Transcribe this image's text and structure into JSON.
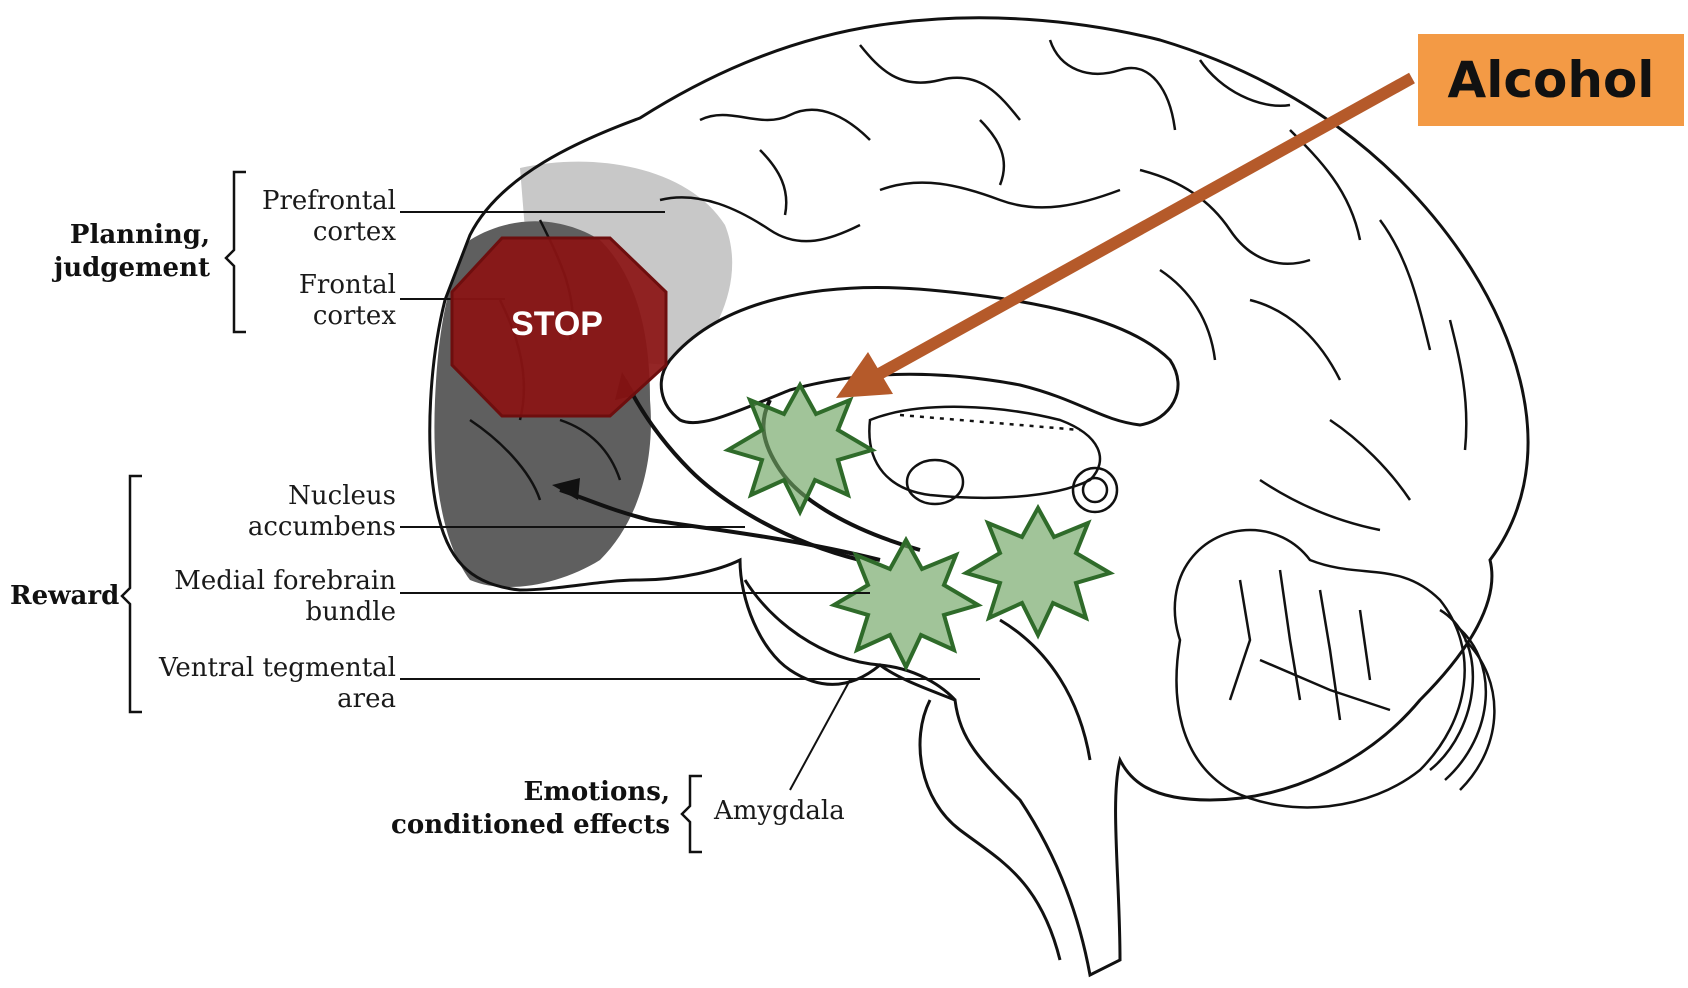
{
  "badge": {
    "label": "Alcohol",
    "color": "#f39a45",
    "arrow_color": "#b55a2a"
  },
  "stop_sign": {
    "label": "STOP",
    "color": "#8b1313"
  },
  "groups": {
    "planning": {
      "line1": "Planning,",
      "line2": "judgement"
    },
    "reward": {
      "label": "Reward"
    },
    "emotions": {
      "line1": "Emotions,",
      "line2": "conditioned effects"
    }
  },
  "labels": {
    "prefrontal": {
      "line1": "Prefrontal",
      "line2": "cortex"
    },
    "frontal": {
      "line1": "Frontal",
      "line2": "cortex"
    },
    "nucleus": {
      "line1": "Nucleus",
      "line2": "accumbens"
    },
    "forebrain": {
      "line1": "Medial forebrain",
      "line2": "bundle"
    },
    "vta": {
      "line1": "Ventral tegmental",
      "line2": "area"
    },
    "amygdala": {
      "label": "Amygdala"
    }
  },
  "highlight_color": "#6fa463"
}
